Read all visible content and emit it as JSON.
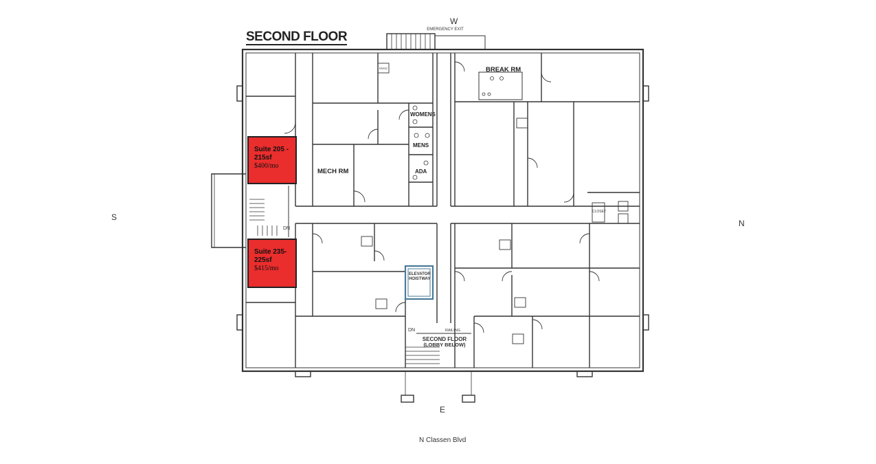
{
  "plan": {
    "title": "SECOND FLOOR",
    "compass": {
      "west": "W",
      "south": "S",
      "north": "N",
      "east": "E"
    },
    "street": "N Classen Blvd",
    "rooms": {
      "break_rm": "BREAK RM",
      "mech_rm": "MECH RM",
      "womens": "WOMENS",
      "mens": "MENS",
      "ada": "ADA",
      "emergency_exit": "EMERGENCY EXIT",
      "elevator": "ELEVATOR HOISTWAY",
      "lobby_title": "SECOND FLOOR",
      "lobby_sub": "(LOBBY BELOW)",
      "dn": "DN",
      "railing": "RAILING",
      "closet": "CLOSET",
      "hvac": "HVAC"
    },
    "suites": [
      {
        "name": "Suite 205 - 215sf",
        "price": "$400/mo",
        "color": "#ea2d2d"
      },
      {
        "name": "Suite 235- 225sf",
        "price": "$415/mo",
        "color": "#ea2d2d"
      }
    ]
  }
}
